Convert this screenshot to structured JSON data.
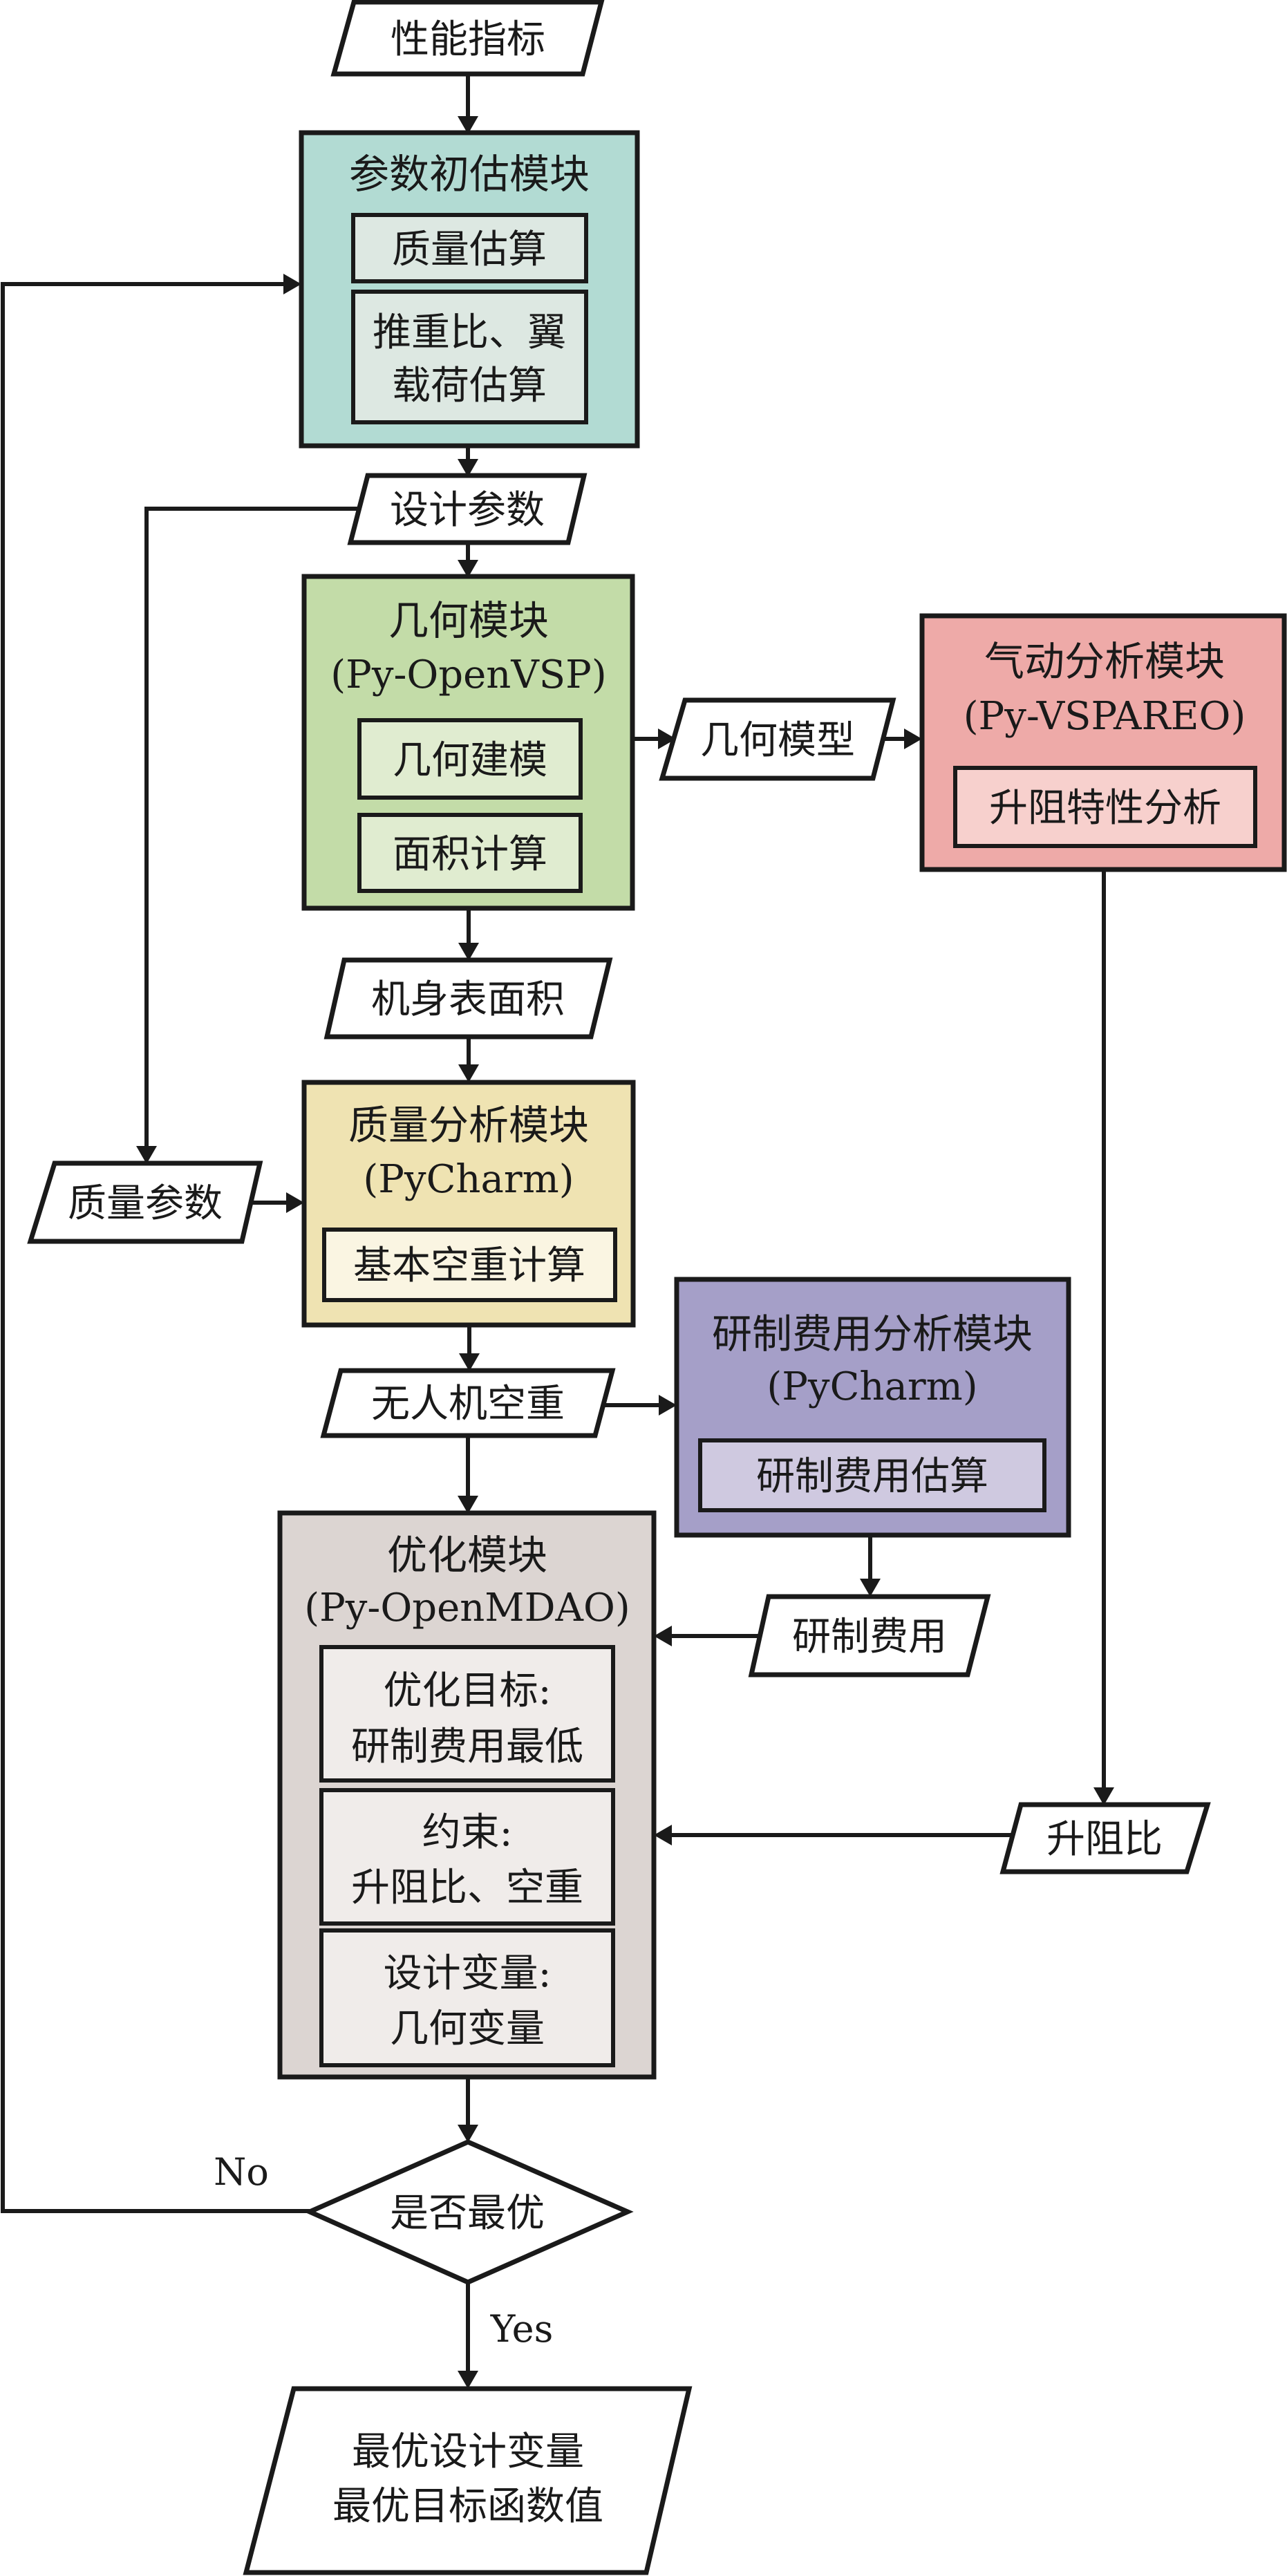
{
  "title": "无人机多学科设计优化流程图",
  "colors": {
    "stroke": "#1a1a1a",
    "param_outer": "#b2dbd3",
    "param_inner": "#dde8e2",
    "geom_outer": "#c3dca8",
    "geom_inner": "#e0ecd0",
    "aero_outer": "#eeaaa8",
    "aero_inner": "#f7d0cd",
    "mass_outer": "#efe3b2",
    "mass_inner": "#faf5e2",
    "cost_outer": "#a59fc8",
    "cost_inner": "#cfc9e0",
    "opt_outer": "#dcd5d2",
    "opt_inner": "#f0ecea",
    "io_fill": "#ffffff"
  },
  "io": {
    "performance": "性能指标",
    "design_params": "设计参数",
    "geometry_model": "几何模型",
    "fuselage_area": "机身表面积",
    "mass_params": "质量参数",
    "empty_weight": "无人机空重",
    "dev_cost": "研制费用",
    "lift_drag": "升阻比",
    "result_line1": "最优设计变量",
    "result_line2": "最优目标函数值"
  },
  "modules": {
    "param": {
      "title": "参数初估模块",
      "items": [
        {
          "lines": [
            "质量估算"
          ]
        },
        {
          "lines": [
            "推重比、翼",
            "载荷估算"
          ]
        }
      ]
    },
    "geom": {
      "title": "几何模块",
      "tool": "(Py-OpenVSP)",
      "items": [
        {
          "lines": [
            "几何建模"
          ]
        },
        {
          "lines": [
            "面积计算"
          ]
        }
      ]
    },
    "aero": {
      "title": "气动分析模块",
      "tool": "(Py-VSPAREO)",
      "items": [
        {
          "lines": [
            "升阻特性分析"
          ]
        }
      ]
    },
    "mass": {
      "title": "质量分析模块",
      "tool": "(PyCharm)",
      "items": [
        {
          "lines": [
            "基本空重计算"
          ]
        }
      ]
    },
    "cost": {
      "title": "研制费用分析模块",
      "tool": "(PyCharm)",
      "items": [
        {
          "lines": [
            "研制费用估算"
          ]
        }
      ]
    },
    "opt": {
      "title": "优化模块",
      "tool": "(Py-OpenMDAO)",
      "items": [
        {
          "lines": [
            "优化目标:",
            "研制费用最低"
          ]
        },
        {
          "lines": [
            "约束:",
            "升阻比、空重"
          ]
        },
        {
          "lines": [
            "设计变量:",
            "几何变量"
          ]
        }
      ]
    }
  },
  "decision": {
    "label": "是否最优",
    "no_label": "No",
    "yes_label": "Yes"
  }
}
